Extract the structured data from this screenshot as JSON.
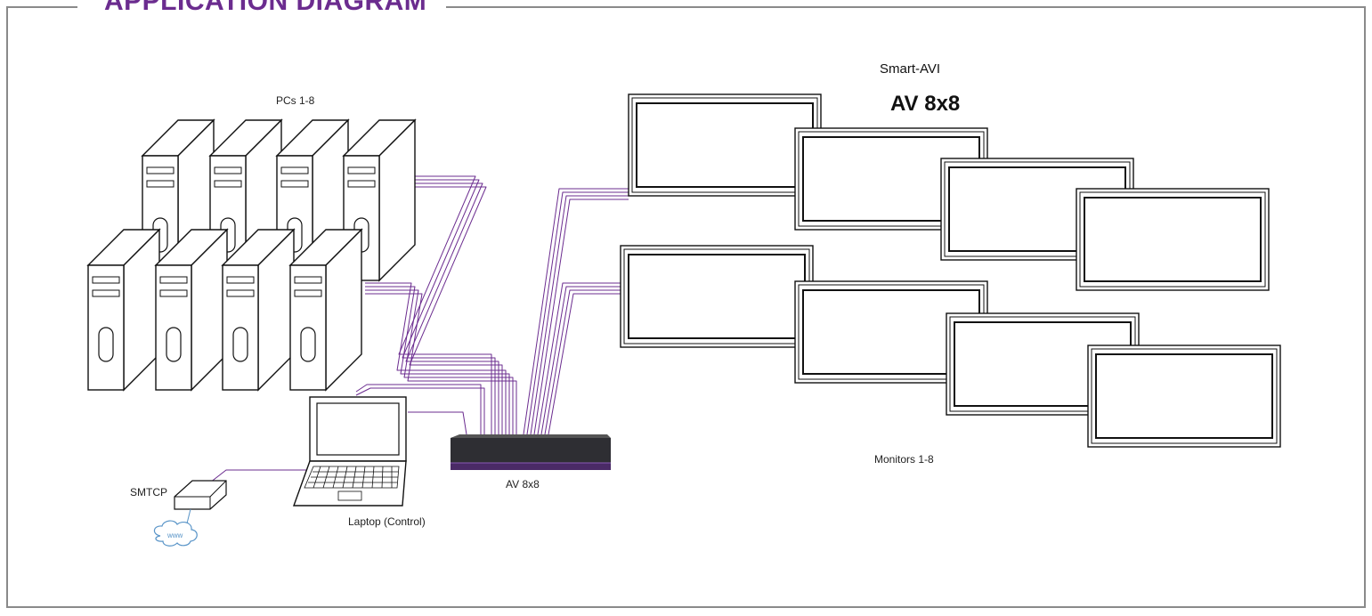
{
  "header": {
    "title": "APPLICATION DIAGRAM"
  },
  "brand": {
    "name": "Smart-AVI",
    "product": "AV 8x8"
  },
  "labels": {
    "pcs": "PCs 1-8",
    "monitors": "Monitors 1-8",
    "switcher": "AV 8x8",
    "laptop": "Laptop (Control)",
    "smtcp": "SMTCP",
    "cloud": "www"
  },
  "colors": {
    "cable": "#6b2c8f",
    "frame": "#8a8a8a",
    "title": "#6b2c8f",
    "cloud": "#5a95c8"
  }
}
